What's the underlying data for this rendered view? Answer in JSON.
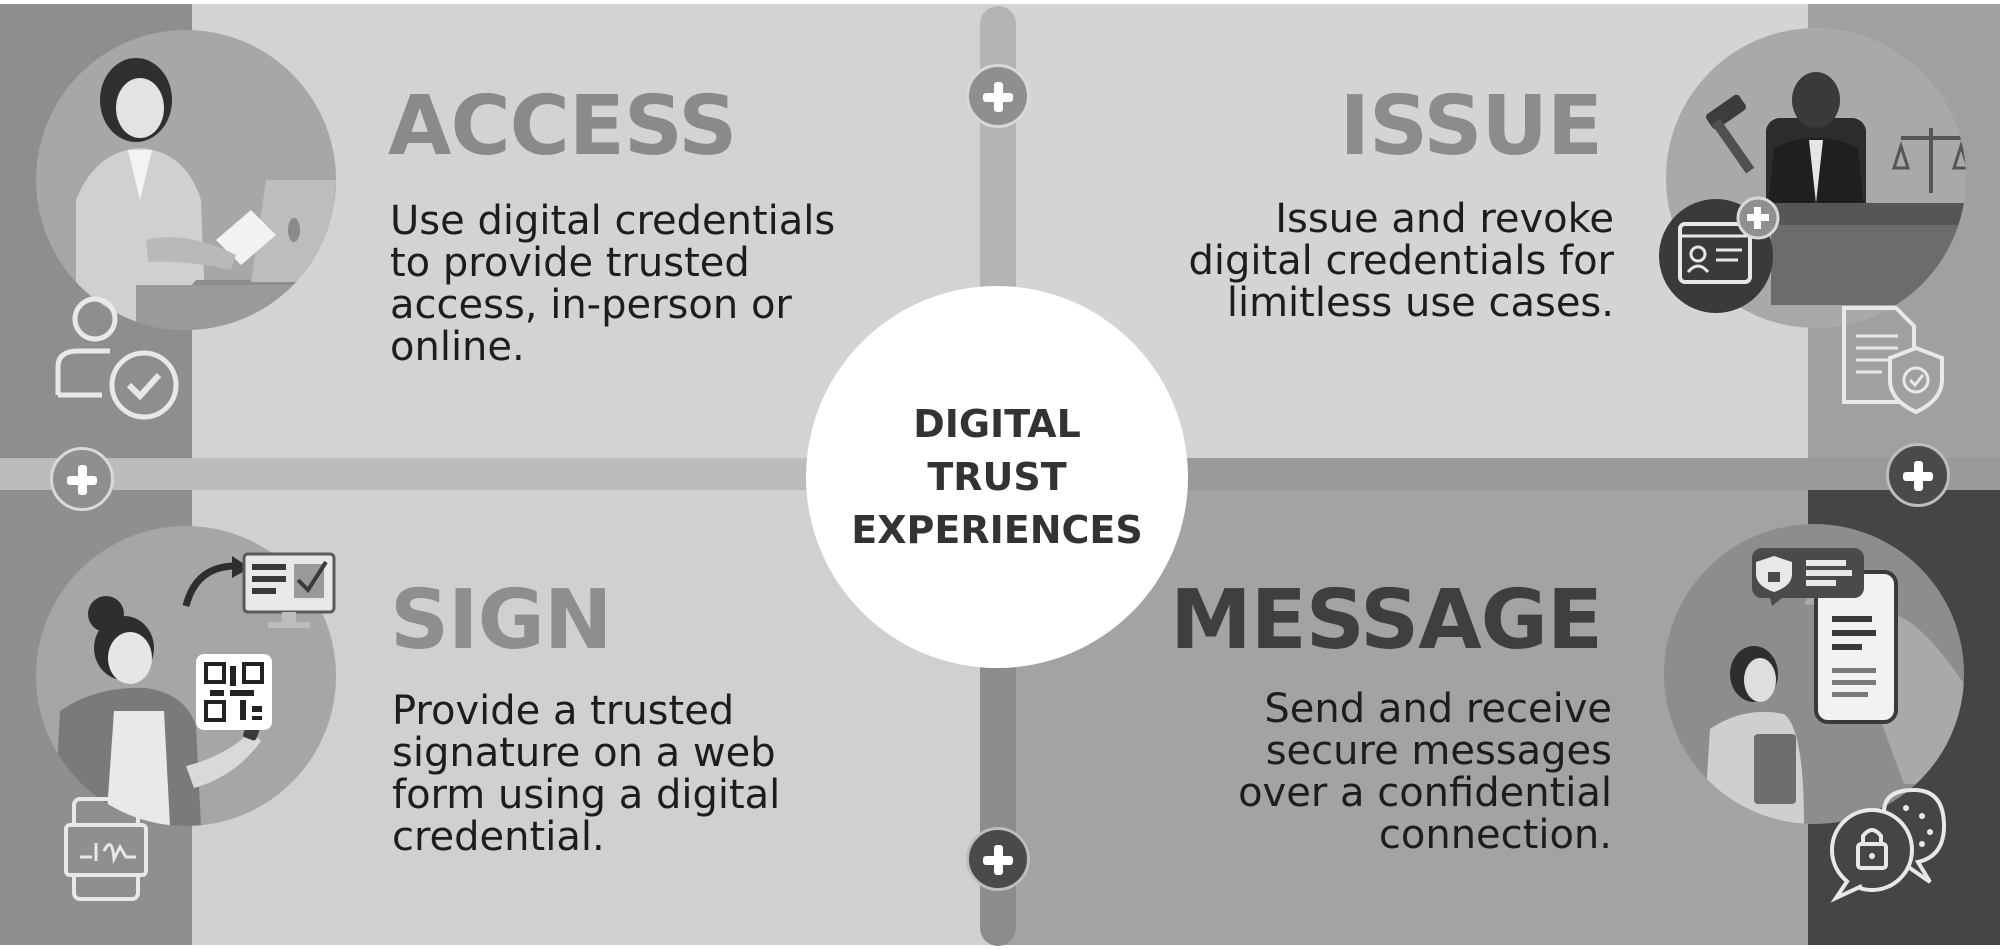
{
  "center": {
    "lines": [
      "DIGITAL",
      "TRUST",
      "EXPERIENCES"
    ]
  },
  "quadrants": {
    "access": {
      "title": "ACCESS",
      "lines": [
        "Use digital credentials",
        "to provide trusted",
        "access, in-person or",
        "online."
      ]
    },
    "issue": {
      "title": "ISSUE",
      "lines": [
        "Issue and revoke",
        "digital credentials for",
        "limitless use cases."
      ]
    },
    "sign": {
      "title": "SIGN",
      "lines": [
        "Provide a trusted",
        "signature on a web",
        "form using a digital",
        "credential."
      ]
    },
    "message": {
      "title": "MESSAGE",
      "lines": [
        "Send and receive",
        "secure messages",
        "over a confidential",
        "connection."
      ]
    }
  },
  "icons": [
    "plus-icon",
    "user-check-icon",
    "document-shield-icon",
    "signature-device-icon",
    "lock-chat-icon",
    "qr-code-icon",
    "monitor-icon",
    "credential-card-icon",
    "scales-icon",
    "gavel-icon"
  ],
  "colors": {
    "access_bg": "#d3d3d3",
    "issue_bg": "#d4d4d4",
    "sign_bg": "#d0d0d0",
    "message_bg": "#a3a3a3",
    "access_title": "#8a8a8a",
    "issue_title": "#8c8c8c",
    "sign_title": "#8e8e8e",
    "message_title": "#3f3f3f"
  }
}
